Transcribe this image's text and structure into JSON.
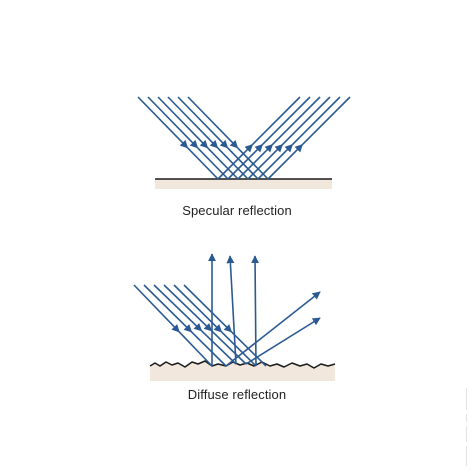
{
  "figure": {
    "specular_caption": "Specular reflection",
    "diffuse_caption": "Diffuse reflection",
    "colors": {
      "ray": "#2b5a92",
      "surface_line": "#1a1a1a",
      "surface_fill": "#f1e7dc",
      "text": "#222222",
      "background": "#ffffff"
    },
    "icons": {
      "arrowhead": "arrow-icon",
      "watermark": "vertical-watermark"
    }
  }
}
